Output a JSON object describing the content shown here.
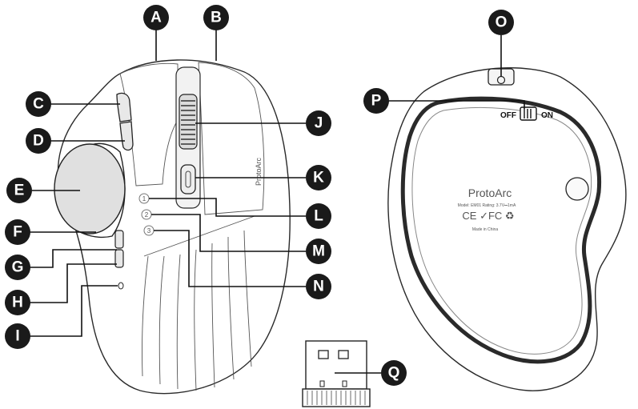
{
  "callouts": {
    "A": "A",
    "B": "B",
    "C": "C",
    "D": "D",
    "E": "E",
    "F": "F",
    "G": "G",
    "H": "H",
    "I": "I",
    "J": "J",
    "K": "K",
    "L": "L",
    "M": "M",
    "N": "N",
    "O": "O",
    "P": "P",
    "Q": "Q"
  },
  "top_view": {
    "brand_side": "ProtoArc",
    "channels": [
      "1",
      "2",
      "3"
    ]
  },
  "bottom_view": {
    "brand": "ProtoArc",
    "spec_line": "Model: EM01 Rating: 3.7V⎓1mA",
    "cert_marks": "CE ✓FC ♻",
    "made_in": "Made in China",
    "switch_off": "OFF",
    "switch_on": "ON"
  },
  "colors": {
    "callout": "#1a1a1a",
    "outline": "#2a2a2a"
  }
}
